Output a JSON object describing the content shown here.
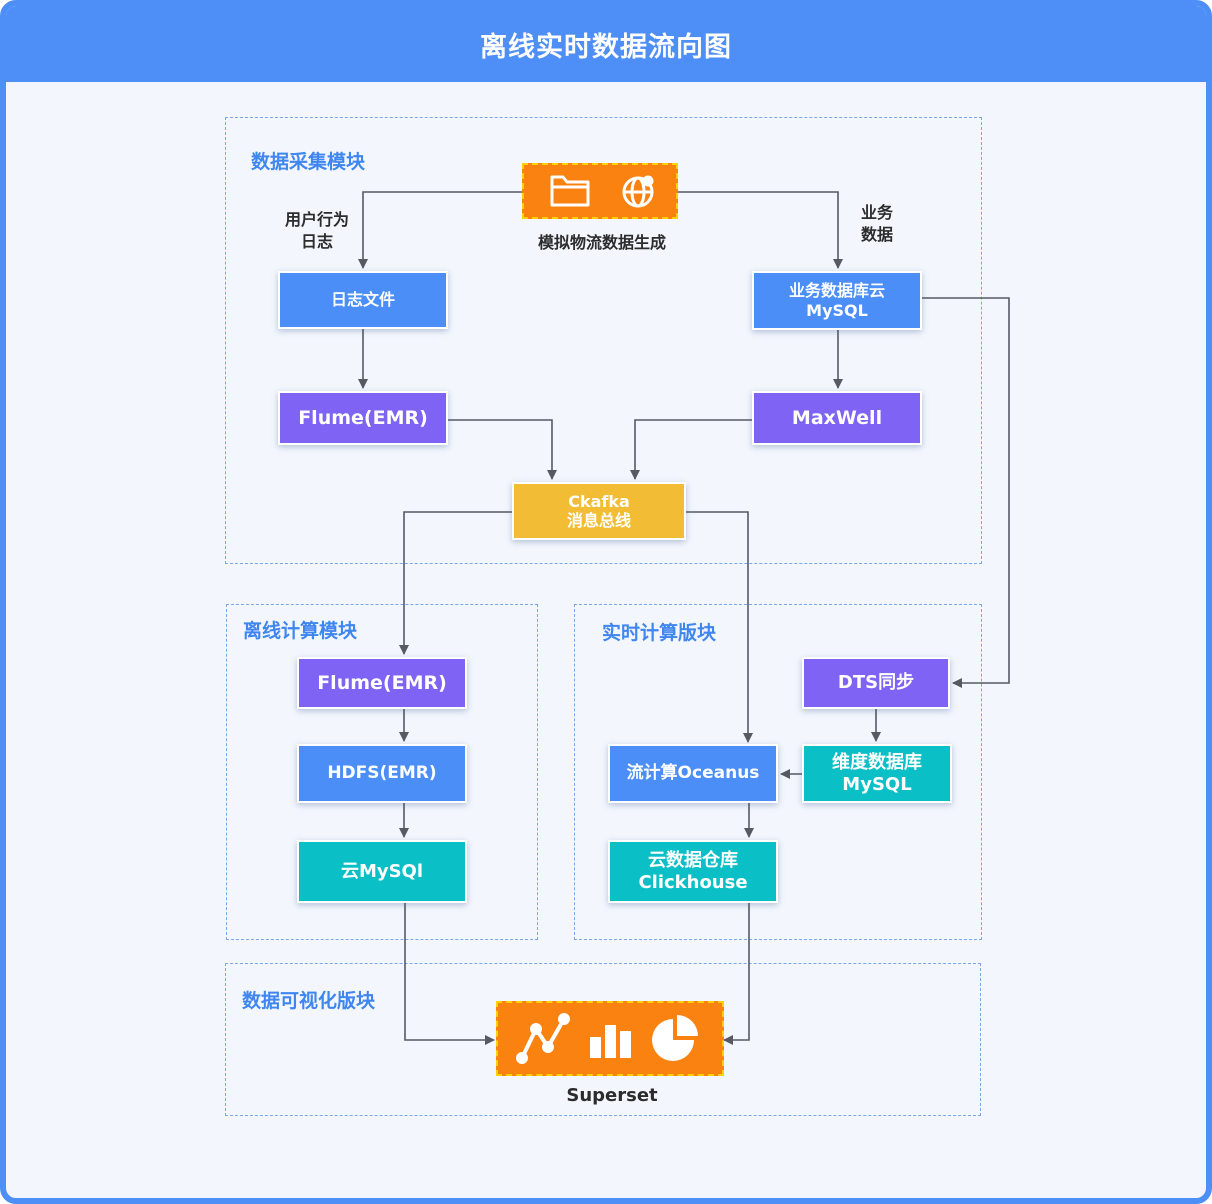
{
  "title": "离线实时数据流向图",
  "sections": {
    "collect": "数据采集模块",
    "offline": "离线计算模块",
    "realtime": "实时计算版块",
    "visual": "数据可视化版块"
  },
  "source": {
    "label": "模拟物流数据生成",
    "icons": [
      "folder-icon",
      "globe-icon"
    ]
  },
  "edge_labels": {
    "user_log": [
      "用户行为",
      "日志"
    ],
    "business": [
      "业务",
      "数据"
    ]
  },
  "nodes": {
    "log_file": "日志文件",
    "biz_db": [
      "业务数据库云",
      "MySQL"
    ],
    "flume_collect": "Flume(EMR)",
    "maxwell": "MaxWell",
    "kafka": [
      "Ckafka",
      "消息总线"
    ],
    "flume_offline": "Flume(EMR)",
    "hdfs": "HDFS(EMR)",
    "cloud_mysql": "云MySQl",
    "dts": "DTS同步",
    "oceanus": "流计算Oceanus",
    "dim_db": [
      "维度数据库",
      "MySQL"
    ],
    "clickhouse": [
      "云数据仓库",
      "Clickhouse"
    ]
  },
  "superset": {
    "label": "Superset",
    "icons": [
      "line-chart-icon",
      "bar-chart-icon",
      "pie-chart-icon"
    ]
  },
  "colors": {
    "frame": "#4d8ef7",
    "blue": "#4b8ef8",
    "purple": "#7e63f5",
    "yellow": "#f2bd35",
    "teal": "#0abfc5",
    "orange": "#fa8211",
    "section_title": "#3f86f0",
    "arrow": "#555a63"
  }
}
